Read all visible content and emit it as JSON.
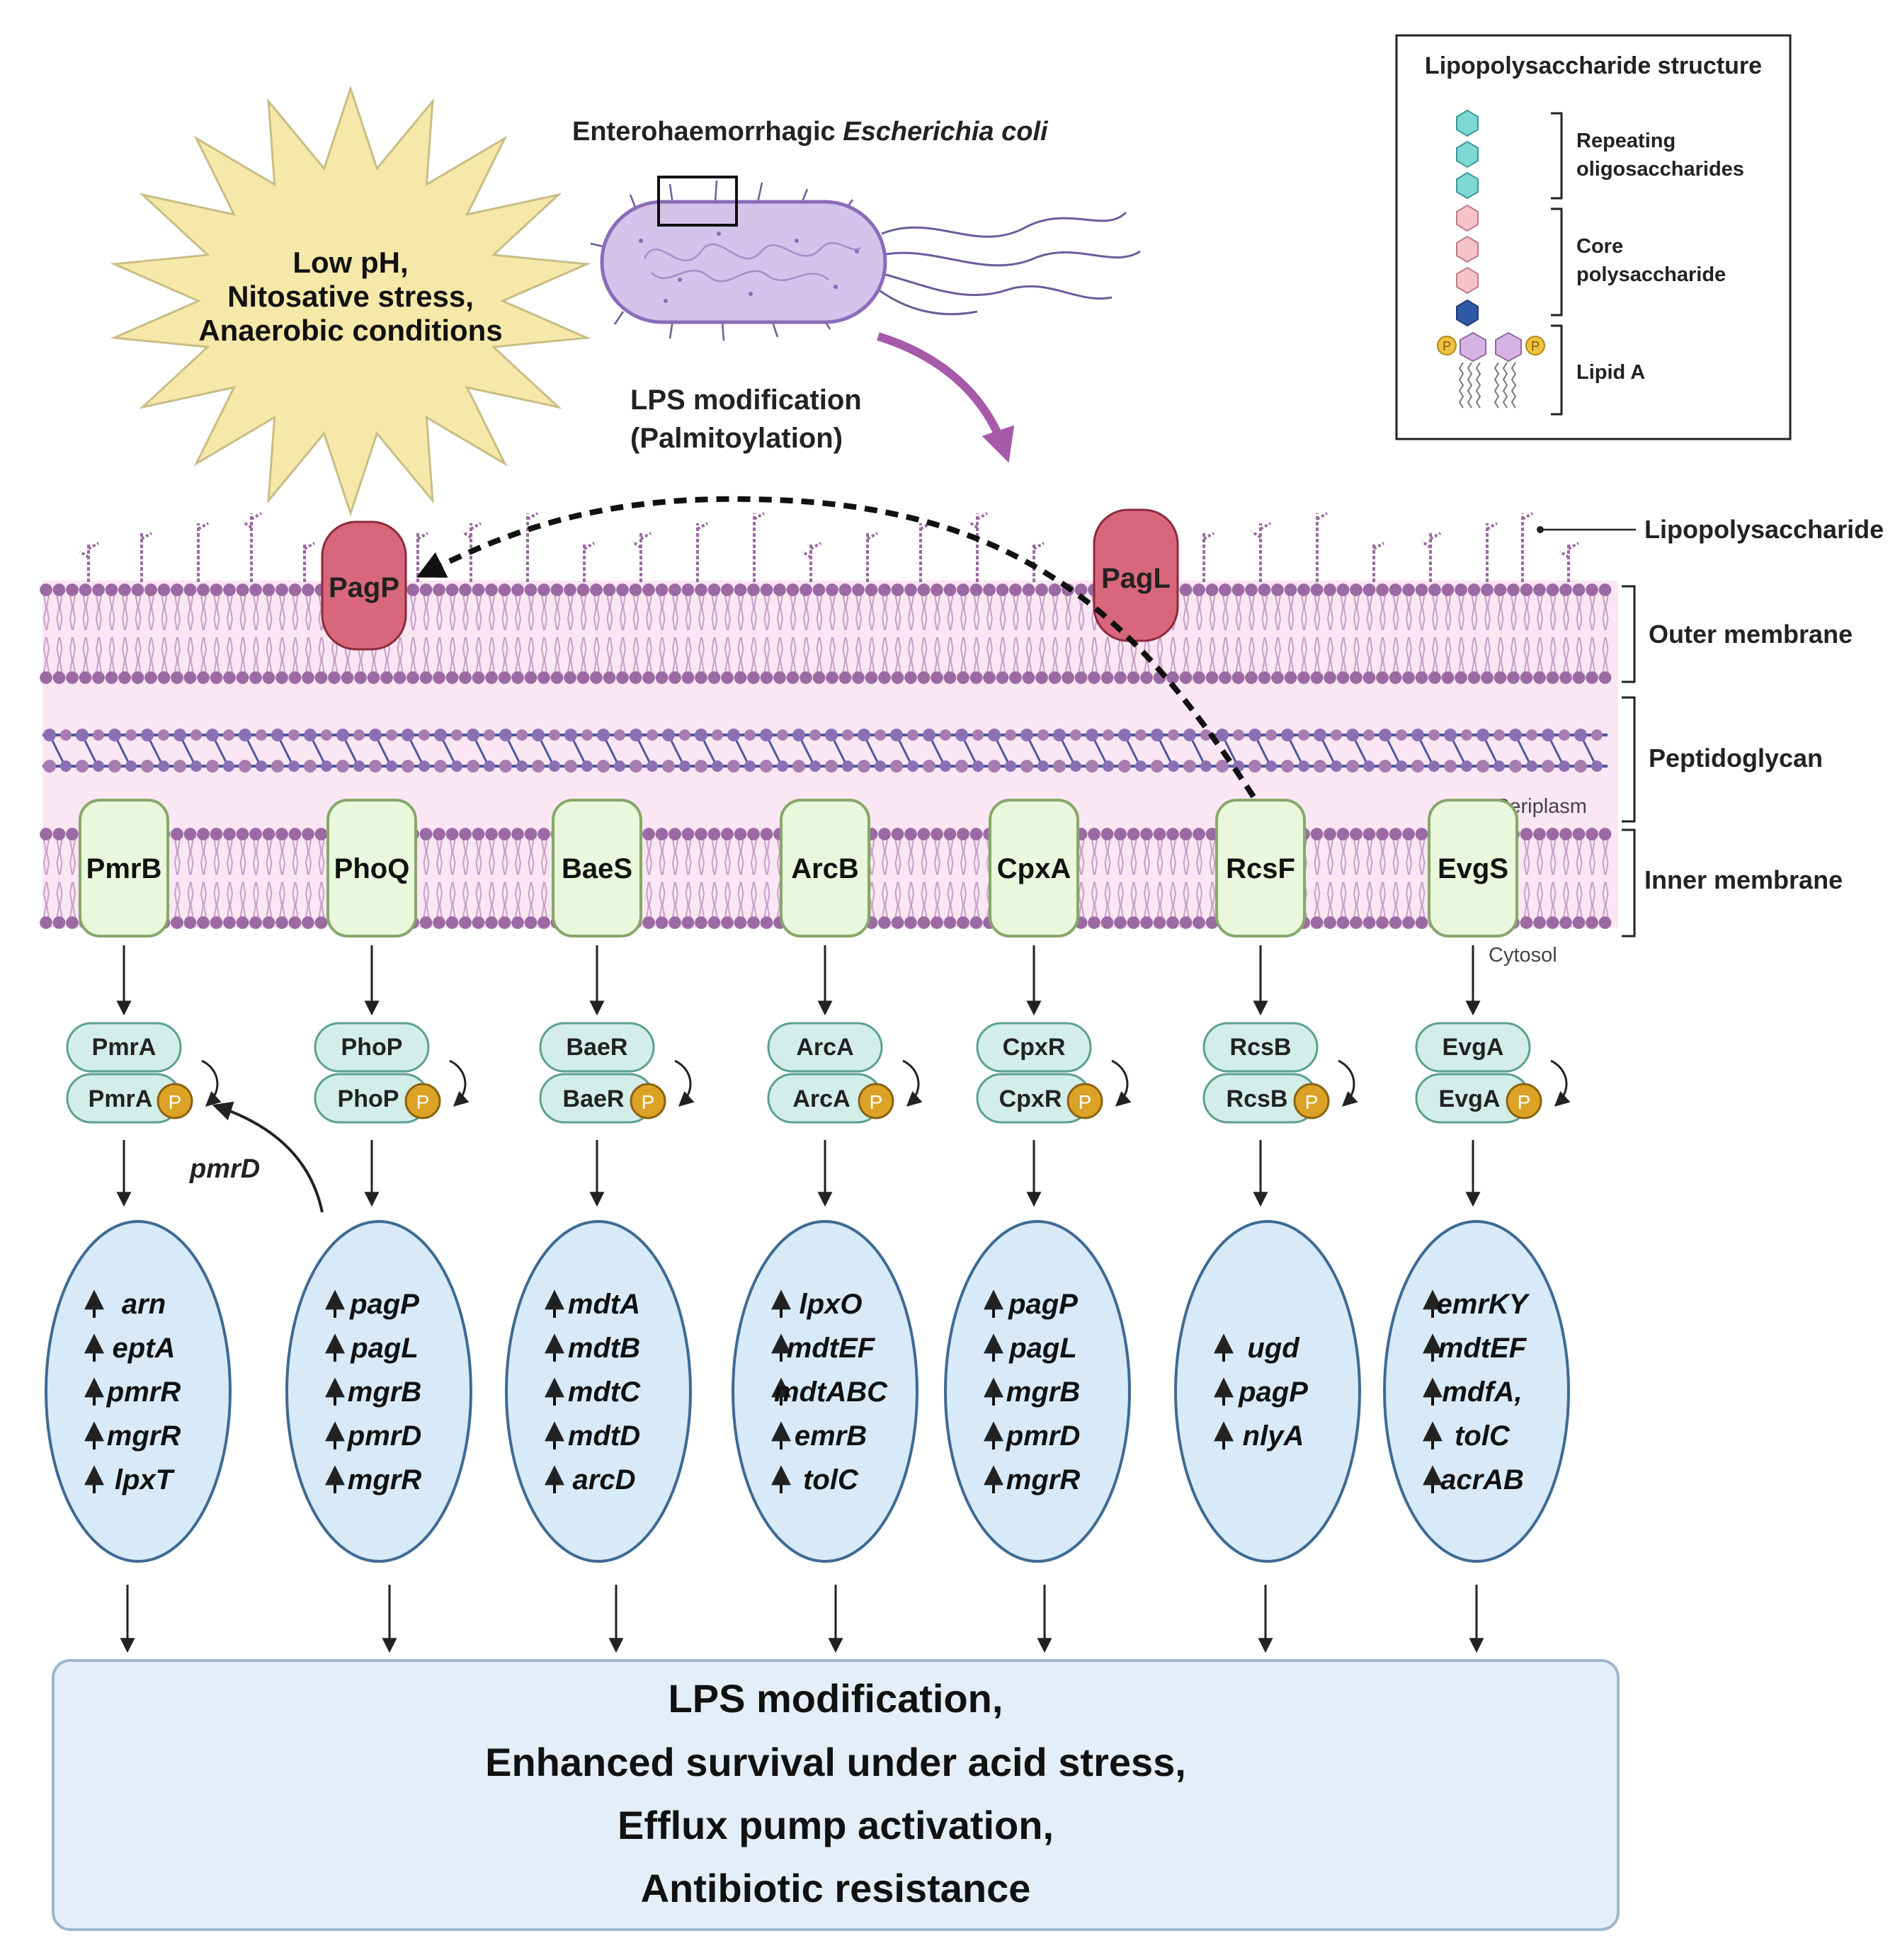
{
  "stress": {
    "line1": "Low pH,",
    "line2": "Nitosative stress,",
    "line3": "Anaerobic conditions"
  },
  "ecoli": {
    "title_prefix": "Enterohaemorrhagic ",
    "title_italic": "Escherichia coli"
  },
  "lps_mod": {
    "line1": "LPS modification",
    "line2": "(Palmitoylation)"
  },
  "lps_box": {
    "title": "Lipopolysaccharide structure",
    "repeat_line1": "Repeating",
    "repeat_line2": "oligosaccharides",
    "core_line1": "Core",
    "core_line2": "polysaccharide",
    "lipid": "Lipid A"
  },
  "layers": {
    "lps": "Lipopolysaccharide",
    "outer": "Outer membrane",
    "pg": "Peptidoglycan",
    "periplasm": "Periplasm",
    "inner": "Inner membrane",
    "cytosol": "Cytosol"
  },
  "om_proteins": {
    "pagp": "PagP",
    "pagl": "PagL"
  },
  "phospho_label": "P",
  "pmrd_label": "pmrD",
  "systems": [
    {
      "sensor": "PmrB",
      "regulator": "PmrA",
      "genes": [
        "arn",
        "eptA",
        "pmrR",
        "mgrR",
        "lpxT"
      ]
    },
    {
      "sensor": "PhoQ",
      "regulator": "PhoP",
      "genes": [
        "pagP",
        "pagL",
        "mgrB",
        "pmrD",
        "mgrR"
      ]
    },
    {
      "sensor": "BaeS",
      "regulator": "BaeR",
      "genes": [
        "mdtA",
        "mdtB",
        "mdtC",
        "mdtD",
        "arcD"
      ]
    },
    {
      "sensor": "ArcB",
      "regulator": "ArcA",
      "genes": [
        "lpxO",
        "mdtEF",
        "mdtABC",
        "emrB",
        "tolC"
      ]
    },
    {
      "sensor": "CpxA",
      "regulator": "CpxR",
      "genes": [
        "pagP",
        "pagL",
        "mgrB",
        "pmrD",
        "mgrR"
      ]
    },
    {
      "sensor": "RcsF",
      "regulator": "RcsB",
      "genes": [
        "ugd",
        "pagP",
        "nlyA"
      ]
    },
    {
      "sensor": "EvgS",
      "regulator": "EvgA",
      "genes": [
        "emrKY",
        "mdtEF",
        "mdfA,",
        "tolC",
        "acrAB"
      ]
    }
  ],
  "outcome": {
    "line1": "LPS modification,",
    "line2": "Enhanced survival under acid stress,",
    "line3": "Efflux pump activation,",
    "line4": "Antibiotic resistance"
  },
  "colors": {
    "membrane_bg": "#fbe6f3",
    "lipid_head": "#9b6aa3",
    "sensor_fill": "#e9f7dc",
    "sensor_stroke": "#86a86a",
    "regulator_fill": "#d3eee8",
    "regulator_stroke": "#5d9f93",
    "phospho_fill": "#dca226",
    "ellipse_fill": "#d8eaf8",
    "ellipse_stroke": "#3e6a93",
    "om_protein_fill": "#d9677b",
    "outcome_fill": "#e3eef8",
    "star_fill": "#f6e8a9",
    "arrow_purple": "#a65aa8"
  }
}
